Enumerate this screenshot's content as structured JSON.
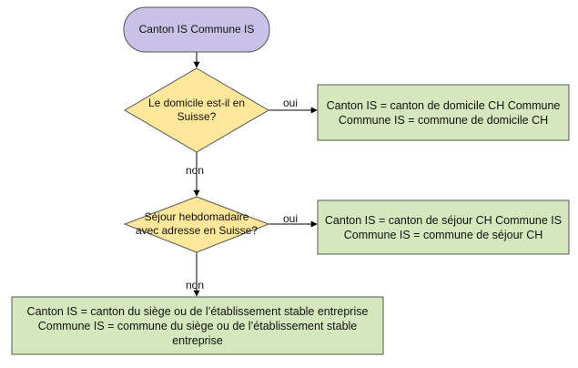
{
  "colors": {
    "start_fill": "#c9c2e6",
    "decision_fill": "#fde79a",
    "action_fill": "#d5e7bd",
    "stroke": "#555555",
    "connector": "#000000"
  },
  "nodes": {
    "start": {
      "text": "Canton IS Commune IS"
    },
    "decision1": {
      "line1": "Le domicile est-il en",
      "line2": "Suisse?"
    },
    "action1": {
      "line1": "Canton IS = canton de domicile CH Commune",
      "line2": "Commune IS = commune de domicile CH"
    },
    "decision2": {
      "line1": "Séjour hebdomadaire",
      "line2": "avec adresse en Suisse?"
    },
    "action2": {
      "line1": "Canton IS = canton de séjour CH Commune IS",
      "line2": "Commune IS = commune de séjour CH"
    },
    "action3": {
      "line1": "Canton IS = canton du siège ou de l’établissement stable entreprise",
      "line2": "Commune IS = commune du siège ou de l’établissement stable",
      "line3": "entreprise"
    }
  },
  "edges": {
    "yes1": "oui",
    "no1": "non",
    "yes2": "oui",
    "no2": "non"
  }
}
